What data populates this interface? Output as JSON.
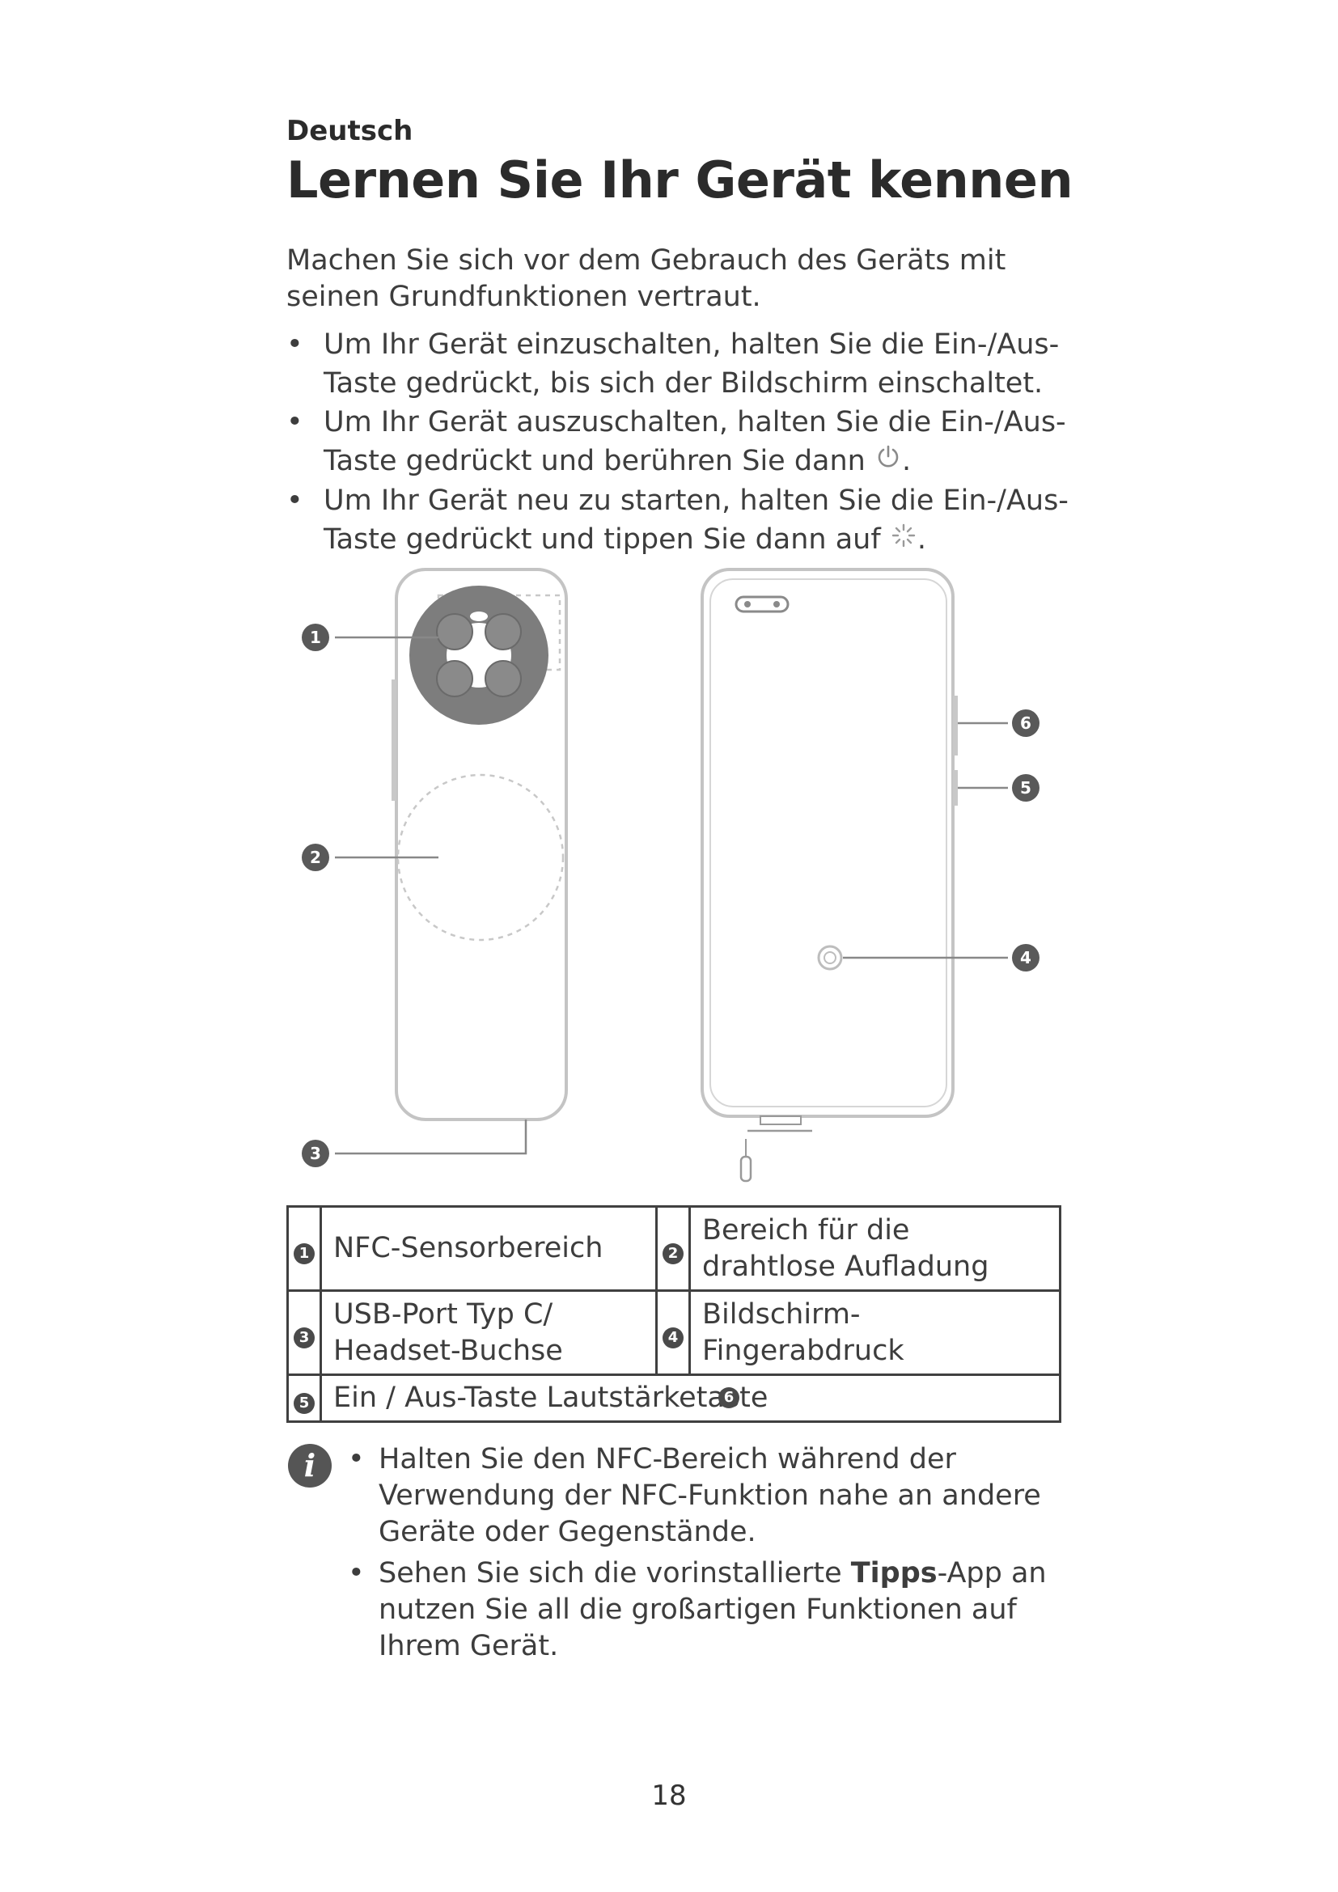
{
  "section_label": "Deutsch",
  "title": "Lernen Sie Ihr Gerät kennen",
  "intro": "Machen Sie sich vor dem Gebrauch des Geräts mit seinen Grundfunktionen vertraut.",
  "bullets": [
    {
      "text": "Um Ihr Gerät einzuschalten, halten Sie die Ein-/Aus-Taste gedrückt, bis sich der Bildschirm einschaltet.",
      "suffix": "",
      "icon": ""
    },
    {
      "text": "Um Ihr Gerät auszuschalten, halten Sie die Ein-/Aus-Taste gedrückt und berühren Sie dann",
      "suffix": ".",
      "icon": "power-icon"
    },
    {
      "text": "Um Ihr Gerät neu zu starten, halten Sie die Ein-/Aus-Taste gedrückt und tippen Sie dann auf",
      "suffix": ".",
      "icon": "restart-icon"
    }
  ],
  "bullet_char": "•",
  "figure": {
    "callouts": [
      "1",
      "2",
      "3",
      "4",
      "5",
      "6"
    ]
  },
  "legend": {
    "row1": {
      "n1": "1",
      "t1": "NFC-Sensorbereich",
      "n2": "2",
      "t2a": "Bereich für die",
      "t2b": "drahtlose Aufladung"
    },
    "row2": {
      "n1": "3",
      "t1a": "USB-Port Typ C/",
      "t1b": "Headset-Buchse",
      "n2": "4",
      "t2a": "Bildschirm-",
      "t2b": "Fingerabdruck"
    },
    "row3": {
      "n1": "5",
      "t1": "Ein / Aus-Taste Lautstärketaste",
      "n2": "6"
    }
  },
  "note_icon": "i",
  "notes": {
    "n1": "Halten Sie den NFC-Bereich während der Verwendung der NFC-Funktion nahe an andere Geräte oder Gegenstände.",
    "n2_pre": "Sehen Sie sich die vorinstallierte ",
    "n2_bold": "Tipps",
    "n2_post": "-App an nutzen Sie all die großartigen Funktionen auf Ihrem Gerät."
  },
  "page_number": "18"
}
